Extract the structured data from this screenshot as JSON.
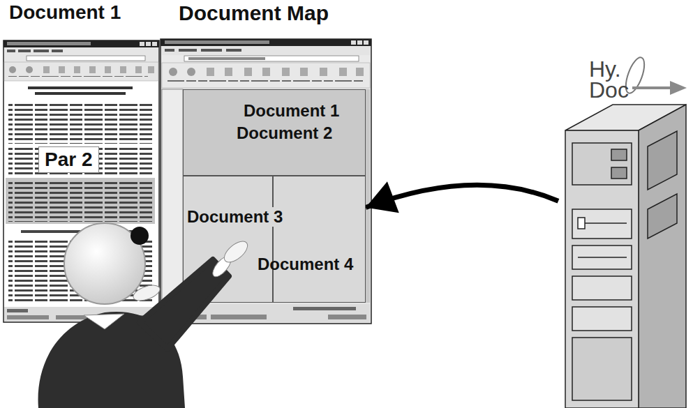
{
  "diagram": {
    "nodes": [
      {
        "text": [
          "Document 1"
        ]
      },
      {
        "text": [
          "Par 2"
        ],
        "in": 0
      },
      {
        "text": [
          "Document Map"
        ]
      },
      {
        "text": [
          "Document 1",
          "Document 2"
        ],
        "in": 2
      },
      {
        "text": [
          "Document 3",
          "Document 4"
        ],
        "in": 2
      },
      {
        "text": [
          "Hy. Doc"
        ]
      }
    ],
    "edges": [
      {
        "from": 5,
        "to": 4,
        "arrow": "to"
      }
    ]
  }
}
